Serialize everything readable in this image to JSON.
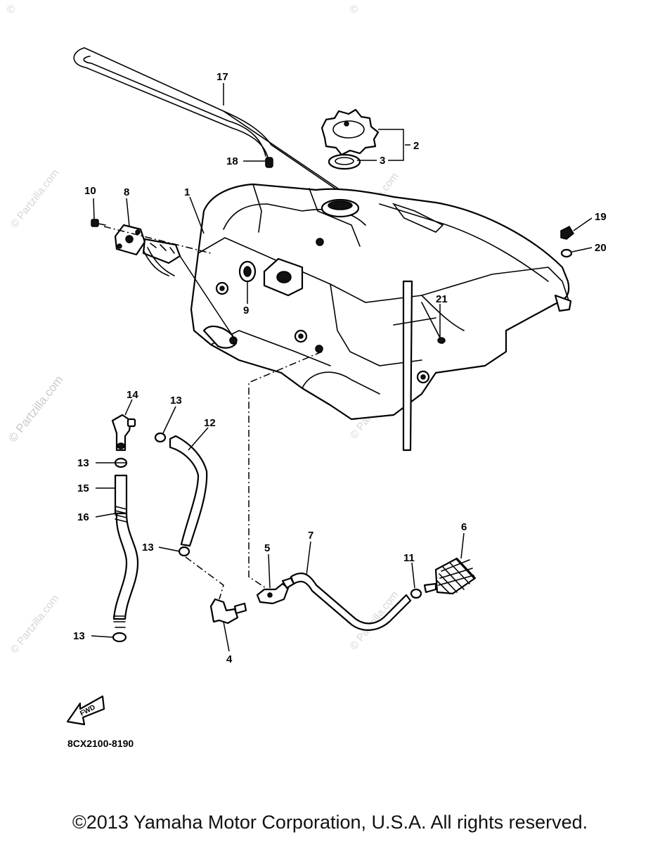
{
  "diagram": {
    "callouts": {
      "p1": "1",
      "p2": "2",
      "p3": "3",
      "p4": "4",
      "p5": "5",
      "p6": "6",
      "p7": "7",
      "p8": "8",
      "p9": "9",
      "p10": "10",
      "p11": "11",
      "p12": "12",
      "p13a": "13",
      "p13b": "13",
      "p13c": "13",
      "p13d": "13",
      "p14": "14",
      "p15": "15",
      "p16": "16",
      "p17": "17",
      "p18": "18",
      "p19": "19",
      "p20": "20",
      "p21": "21"
    },
    "fwd_label": "FWD",
    "diagram_code": "8CX2100-8190"
  },
  "watermark": {
    "text": "© Partzilla.com",
    "short": "©"
  },
  "footer": {
    "copyright": "©2013  Yamaha Motor Corporation, U.S.A. All rights reserved."
  }
}
